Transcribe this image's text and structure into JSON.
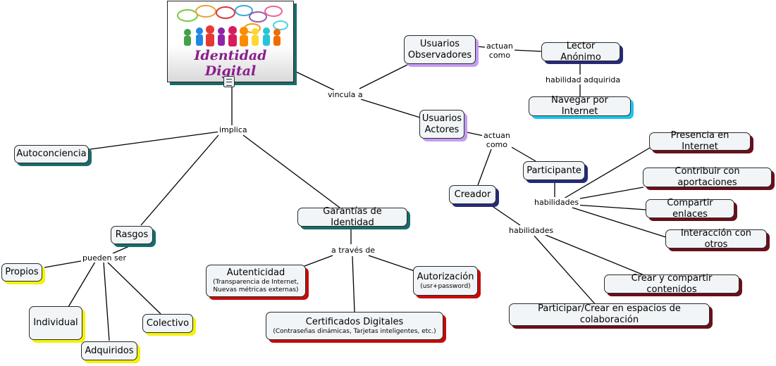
{
  "image_node": {
    "caption": "Identidad Digital",
    "icon": "people-speech-bubbles-icon"
  },
  "nodes": {
    "autoconciencia": "Autoconciencia",
    "rasgos": "Rasgos",
    "propios": "Propios",
    "individual": "Individual",
    "adquiridos": "Adquiridos",
    "colectivo": "Colectivo",
    "garantias": "Garantías de Identidad",
    "autenticidad": {
      "title": "Autenticidad",
      "detail": "(Transparencia de Internet,\nNuevas métricas externas)"
    },
    "autorizacion": {
      "title": "Autorización",
      "detail": "(usr+password)"
    },
    "certificados": {
      "title": "Certificados Digitales",
      "detail": "(Contraseñas dinámicas, Tarjetas inteligentes, etc.)"
    },
    "usuarios_observadores": "Usuarios\nObservadores",
    "lector_anonimo": "Lector Anónimo",
    "navegar": "Navegar por Internet",
    "usuarios_actores": "Usuarios\nActores",
    "participante": "Participante",
    "creador": "Creador",
    "presencia": "Presencia en Internet",
    "contribuir": "Contribuir con aportaciones",
    "compartir_enlaces": "Compartir enlaces",
    "interaccion": "Interacción con otros",
    "crear_compartir": "Crear y compartir contenidos",
    "participar_crear": "Participar/Crear en espacios de colaboración"
  },
  "link_labels": {
    "implica": "implica",
    "pueden_ser": "pueden ser",
    "a_traves_de": "a través de",
    "vincula_a": "vincula a",
    "actuan_como_1": "actuan\ncomo",
    "habilidad_adquirida": "habilidad adquirida",
    "actuan_como_2": "actuan\ncomo",
    "habilidades_1": "habilidades",
    "habilidades_2": "habilidades"
  },
  "colors": {
    "node_fill": "#f2f5f7",
    "line": "#000000",
    "shadow_teal": "#1a6b6b",
    "shadow_red": "#c80a0a",
    "shadow_dark_red": "#6b0f1a",
    "shadow_yellow": "#f2f20a",
    "shadow_navy": "#262a7a",
    "shadow_lilac": "#c49bf0",
    "shadow_cyan": "#1fc3f0",
    "logo_text": "#8a1e8c"
  }
}
